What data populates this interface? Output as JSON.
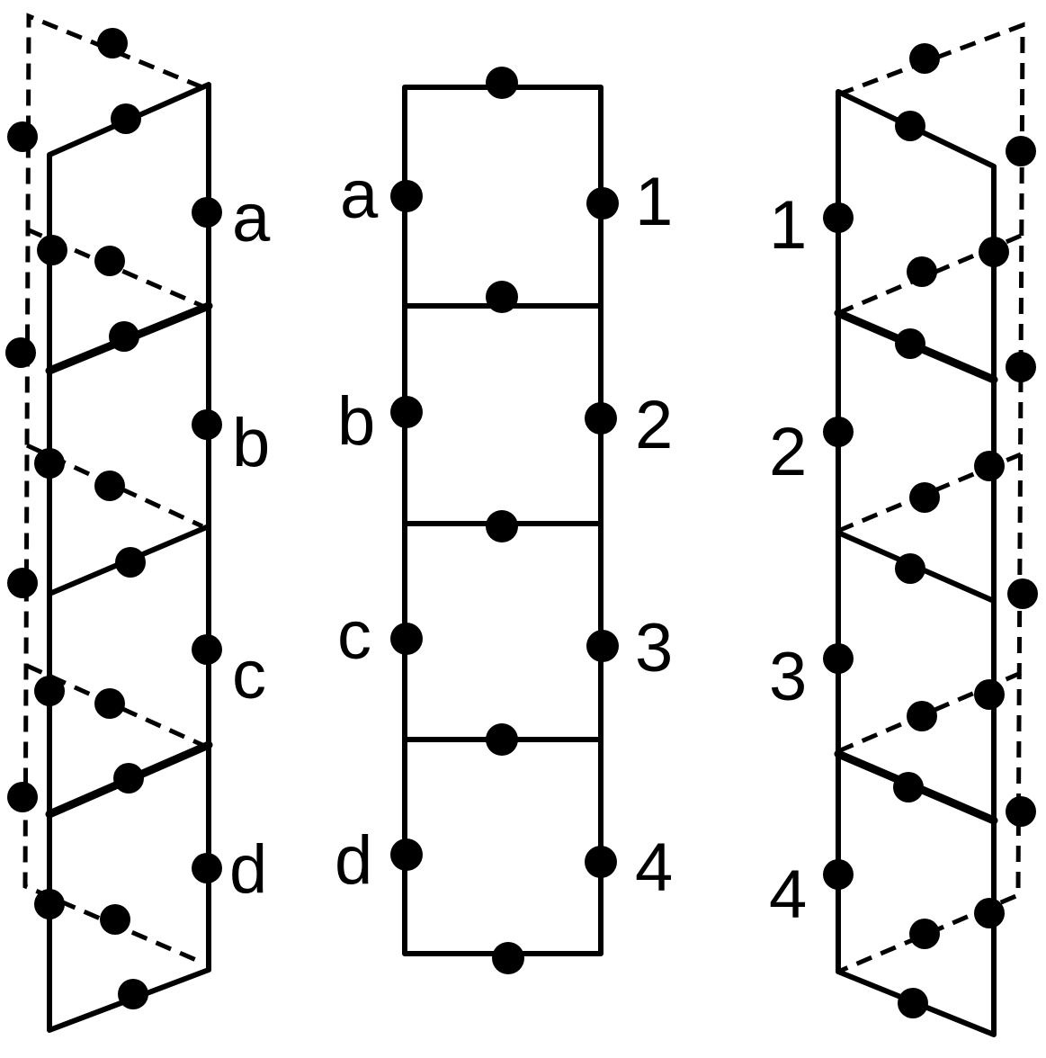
{
  "left_panel": {
    "labels": [
      "a",
      "b",
      "c",
      "d"
    ]
  },
  "center_panel": {
    "left_labels": [
      "a",
      "b",
      "c",
      "d"
    ],
    "right_labels": [
      "1",
      "2",
      "3",
      "4"
    ]
  },
  "right_panel": {
    "labels": [
      "1",
      "2",
      "3",
      "4"
    ]
  }
}
